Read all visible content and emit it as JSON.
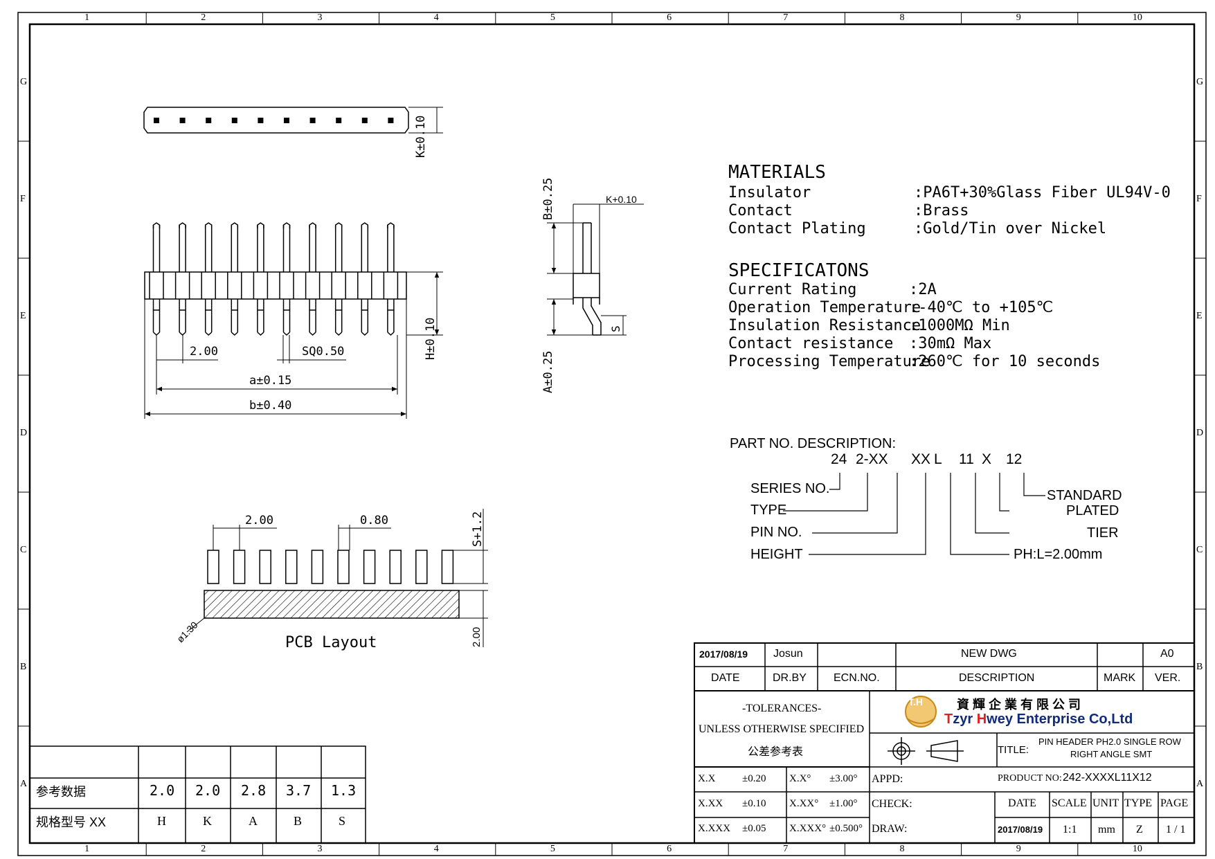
{
  "frame": {
    "col_labels": [
      "1",
      "2",
      "3",
      "4",
      "5",
      "6",
      "7",
      "8",
      "9",
      "10"
    ],
    "row_labels": [
      "G",
      "F",
      "E",
      "D",
      "C",
      "B",
      "A"
    ]
  },
  "top_view": {
    "dim_k": "K±0.10"
  },
  "front_view": {
    "dim_h": "H±0.10",
    "dim_pitch": "2.00",
    "dim_sq": "SQ0.50",
    "dim_a": "a±0.15",
    "dim_b": "b±0.40"
  },
  "side_view": {
    "dim_b": "B±0.25",
    "dim_a": "A±0.25",
    "dim_k": "K+0.10",
    "dim_s": "S"
  },
  "pcb": {
    "dim_pitch": "2.00",
    "dim_width": "0.80",
    "dim_s": "S+1.2",
    "dim_hole": "ø1.30",
    "dim_2": "2.00",
    "title": "PCB Layout"
  },
  "materials": {
    "heading": "MATERIALS",
    "rows": [
      {
        "label": "Insulator",
        "value": ":PA6T+30%Glass Fiber UL94V-0"
      },
      {
        "label": "Contact",
        "value": ":Brass"
      },
      {
        "label": "Contact Plating",
        "value": ":Gold/Tin over Nickel"
      }
    ]
  },
  "specifications": {
    "heading": "SPECIFICATONS",
    "rows": [
      {
        "label": "Current Rating",
        "value": ":2A"
      },
      {
        "label": "Operation Temperature",
        "value": ":-40℃ to +105℃"
      },
      {
        "label": "Insulation Resistance",
        "value": ":1000MΩ Min"
      },
      {
        "label": "Contact resistance",
        "value": ":30mΩ Max"
      },
      {
        "label": "Processing Temperature",
        "value": ":260℃ for 10 seconds"
      }
    ]
  },
  "part_no": {
    "heading": "PART NO. DESCRIPTION:",
    "code": [
      "24",
      "2-XX",
      "XX",
      "L",
      "11",
      "X",
      "12"
    ],
    "series": "SERIES NO.",
    "type": "TYPE",
    "pin": "PIN NO.",
    "height": "HEIGHT",
    "standard": "STANDARD",
    "plated": "PLATED",
    "tier": "TIER",
    "ph": "PH:L=2.00mm"
  },
  "ref_table": {
    "row1_label": "参考数据",
    "row2_label": "规格型号 XX",
    "values": [
      "2.0",
      "2.0",
      "2.8",
      "3.7",
      "1.3"
    ],
    "letters": [
      "H",
      "K",
      "A",
      "B",
      "S"
    ]
  },
  "title_block": {
    "date_val": "2017/08/19",
    "drby_val": "Josun",
    "desc_val": "NEW DWG",
    "ver_val": "A0",
    "date_h": "DATE",
    "drby_h": "DR.BY",
    "ecn_h": "ECN.NO.",
    "desc_h": "DESCRIPTION",
    "mark_h": "MARK",
    "ver_h": "VER.",
    "tol1": "-TOLERANCES-",
    "tol2": "UNLESS OTHERWISE SPECIFIED",
    "tol3": "公差参考表",
    "company_cn": "資 輝 企 業 有 限 公 司",
    "company_en_a": "T",
    "company_en_b": "zyr ",
    "company_en_c": "H",
    "company_en_d": "wey Enterprise Co,Ltd",
    "logo_text": "T.H",
    "title_h": "TITLE:",
    "title_1": "PIN HEADER PH2.0 SINGLE ROW",
    "title_2": "RIGHT ANGLE SMT",
    "tol_rows": [
      {
        "a": "X.X",
        "b": "±0.20",
        "c": "X.X°",
        "d": "±3.00°"
      },
      {
        "a": "X.XX",
        "b": "±0.10",
        "c": "X.XX°",
        "d": "±1.00°"
      },
      {
        "a": "X.XXX",
        "b": "±0.05",
        "c": "X.XXX°",
        "d": "±0.500°"
      }
    ],
    "appd": "APPD:",
    "check": "CHECK:",
    "draw": "DRAW:",
    "product_h": "PRODUCT NO:",
    "product_val": "242-XXXXL11X12",
    "date2_h": "DATE",
    "scale_h": "SCALE",
    "unit_h": "UNIT",
    "type_h": "TYPE",
    "page_h": "PAGE",
    "date2_val": "2017/08/19",
    "scale_val": "1:1",
    "unit_val": "mm",
    "type_val": "Z",
    "page_val": "1 / 1"
  }
}
